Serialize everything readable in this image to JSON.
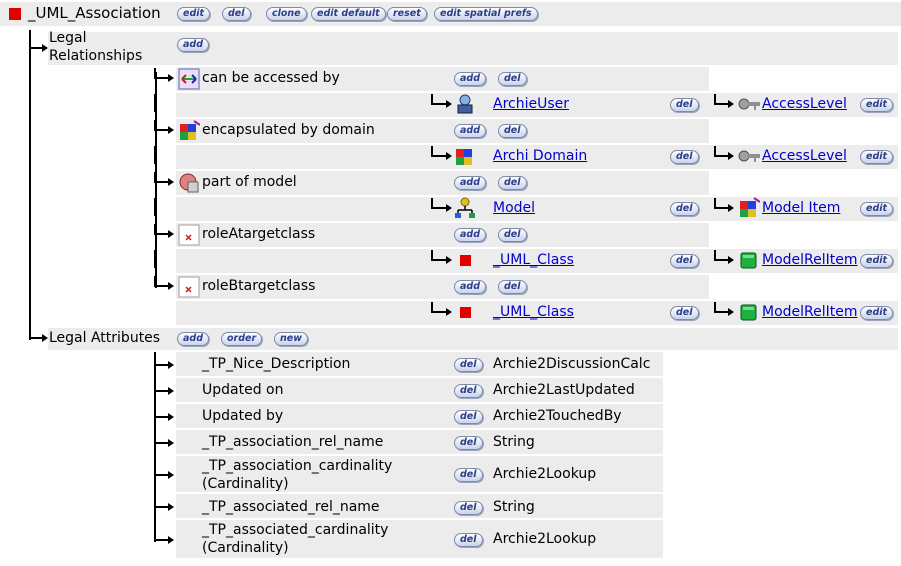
{
  "root": {
    "title": "_UML_Association",
    "buttons": {
      "edit": "edit",
      "del": "del",
      "clone": "clone",
      "edit_default": "edit default",
      "reset": "reset",
      "edit_spatial": "edit spatial prefs"
    }
  },
  "legal_relationships": {
    "label": "Legal Relationships",
    "add": "add",
    "items": [
      {
        "name": "can be accessed by",
        "add": "add",
        "del": "del",
        "target": "ArchieUser",
        "target_del": "del",
        "access": "AccessLevel",
        "access_edit": "edit"
      },
      {
        "name": "encapsulated by domain",
        "add": "add",
        "del": "del",
        "target": "Archi Domain",
        "target_del": "del",
        "access": "AccessLevel",
        "access_edit": "edit"
      },
      {
        "name": "part of model",
        "add": "add",
        "del": "del",
        "target": "Model",
        "target_del": "del",
        "access": "Model Item",
        "access_edit": "edit"
      },
      {
        "name": "roleAtargetclass",
        "add": "add",
        "del": "del",
        "target": "_UML_Class",
        "target_del": "del",
        "access": "ModelRelItem",
        "access_edit": "edit"
      },
      {
        "name": "roleBtargetclass",
        "add": "add",
        "del": "del",
        "target": "_UML_Class",
        "target_del": "del",
        "access": "ModelRelItem",
        "access_edit": "edit"
      }
    ]
  },
  "legal_attributes": {
    "label": "Legal Attributes",
    "add": "add",
    "order": "order",
    "new": "new",
    "items": [
      {
        "name": "_TP_Nice_Description",
        "del": "del",
        "type": "Archie2DiscussionCalc"
      },
      {
        "name": "Updated on",
        "del": "del",
        "type": "Archie2LastUpdated"
      },
      {
        "name": "Updated by",
        "del": "del",
        "type": "Archie2TouchedBy"
      },
      {
        "name": "_TP_association_rel_name",
        "del": "del",
        "type": "String"
      },
      {
        "name": "_TP_association_cardinality (Cardinality)",
        "del": "del",
        "type": "Archie2Lookup"
      },
      {
        "name": "_TP_associated_rel_name",
        "del": "del",
        "type": "String"
      },
      {
        "name": "_TP_associated_cardinality (Cardinality)",
        "del": "del",
        "type": "Archie2Lookup"
      }
    ]
  },
  "colors": {
    "band": "#ececec",
    "link": "#0000cc",
    "root_square": "#e00000",
    "pill_text": "#2c3e8a"
  }
}
